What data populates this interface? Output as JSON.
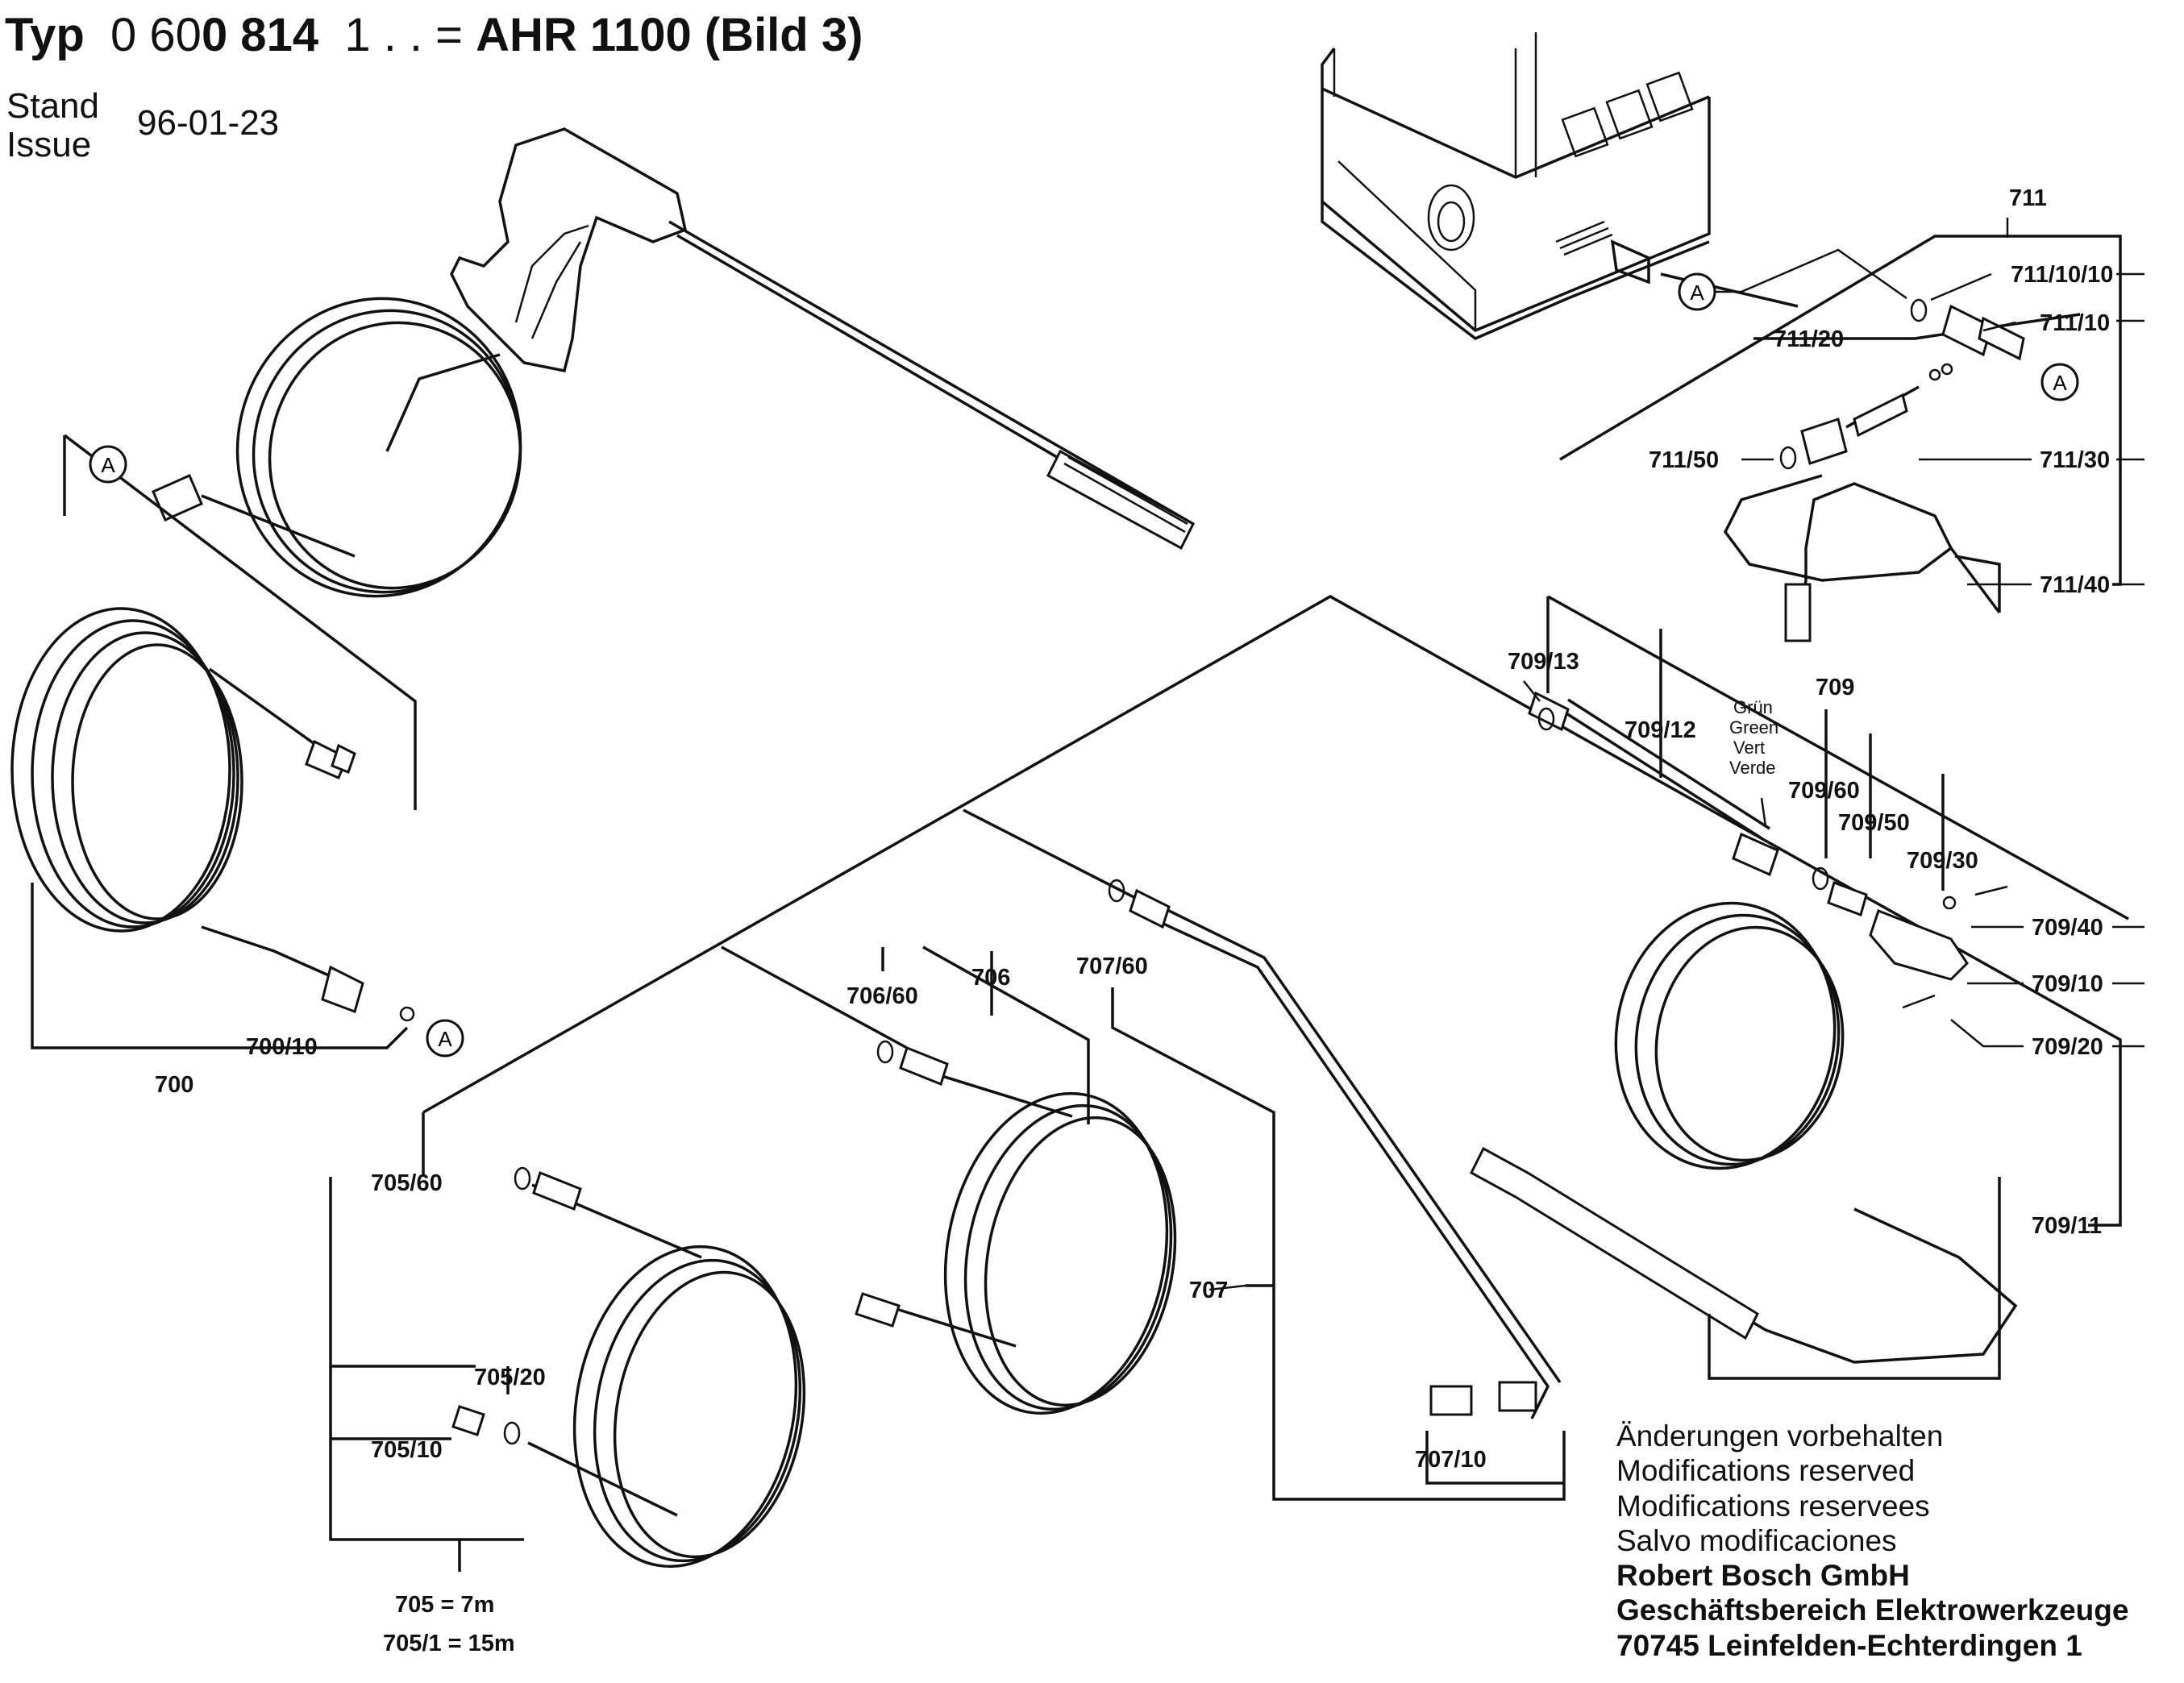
{
  "header": {
    "typ_label": "Typ",
    "typ_number_plain": "0 60",
    "typ_number_bold": "0 814",
    "typ_suffix": "1 . . =",
    "model": "AHR 1100 (Bild 3)",
    "stand_label": "Stand",
    "issue_label": "Issue",
    "date": "96-01-23"
  },
  "callout_marker": "A",
  "color_note": [
    "Grün",
    "Green",
    "Vert",
    "Verde"
  ],
  "parts": {
    "p700": "700",
    "p700_10": "700/10",
    "p705_60": "705/60",
    "p705_20": "705/20",
    "p705_10": "705/10",
    "p705": "705 = 7m",
    "p705_1": "705/1 = 15m",
    "p706": "706",
    "p706_60": "706/60",
    "p707": "707",
    "p707_60": "707/60",
    "p707_10": "707/10",
    "p709": "709",
    "p709_13": "709/13",
    "p709_12": "709/12",
    "p709_60": "709/60",
    "p709_50": "709/50",
    "p709_30": "709/30",
    "p709_40": "709/40",
    "p709_10": "709/10",
    "p709_20": "709/20",
    "p709_11": "709/11",
    "p711": "711",
    "p711_10_10": "711/10/10",
    "p711_10": "711/10",
    "p711_20": "711/20",
    "p711_50": "711/50",
    "p711_30": "711/30",
    "p711_40": "711/40"
  },
  "notes": {
    "line1": "Änderungen vorbehalten",
    "line2": "Modifications reserved",
    "line3": "Modifications reservees",
    "line4": "Salvo modificaciones",
    "company": "Robert Bosch GmbH",
    "division": "Geschäftsbereich Elektrowerkzeuge",
    "address": "70745 Leinfelden-Echterdingen 1"
  }
}
